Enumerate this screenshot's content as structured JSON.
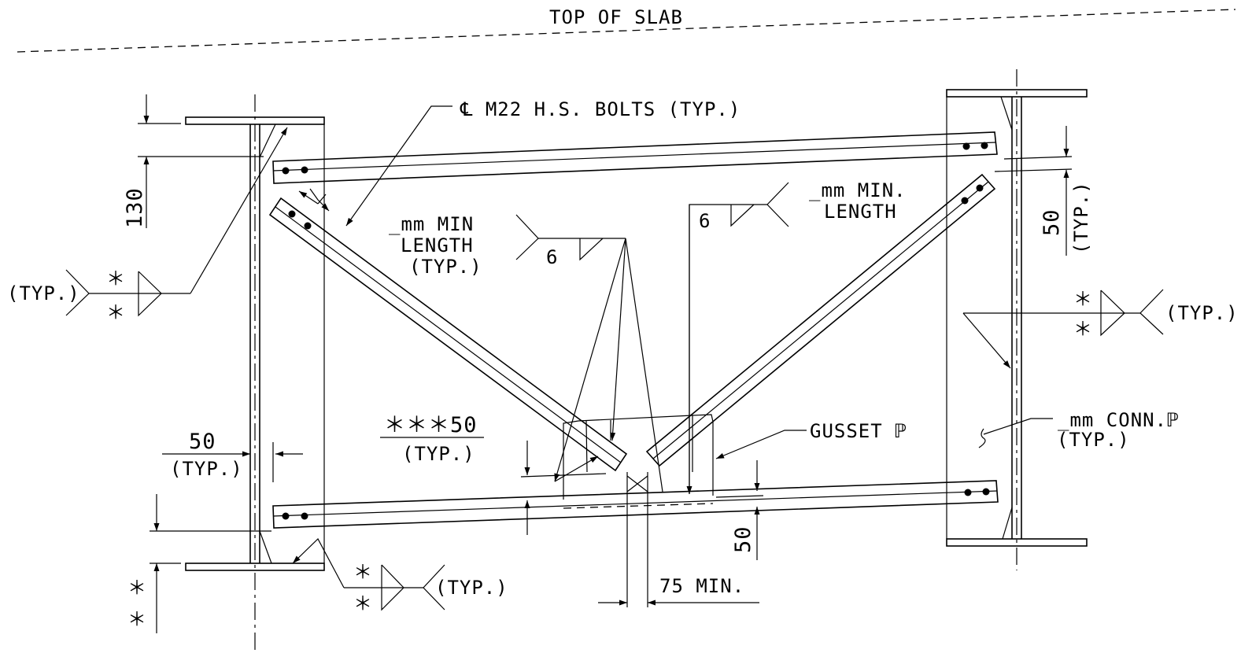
{
  "labels": {
    "top_of_slab": "TOP OF SLAB",
    "bolts": "℄ M22 H.S. BOLTS (TYP.)",
    "min_length_left_1": "_mm MIN",
    "min_length_left_2": "LENGTH",
    "min_length_left_3": "(TYP.)",
    "weld_size_left": "6",
    "weld_size_right": "6",
    "min_length_right_1": "_mm MIN.",
    "min_length_right_2": "LENGTH",
    "dim_130": "130",
    "dim_50_right": "50",
    "dim_50_right_typ": "(TYP.)",
    "typ_left": "(TYP.)",
    "typ_right": "(TYP.)",
    "typ_bottom": "(TYP.)",
    "dim_50_left": "50",
    "dim_50_left_typ": "(TYP.)",
    "weld_note": "＊＊＊50",
    "weld_note_typ": "(TYP.)",
    "gusset": "GUSSET ℙ",
    "conn_pl_1": "_mm CONN.ℙ",
    "conn_pl_2": "(TYP.)",
    "dim_75": "75 MIN.",
    "dim_50_bottom": "50",
    "star": "＊"
  }
}
